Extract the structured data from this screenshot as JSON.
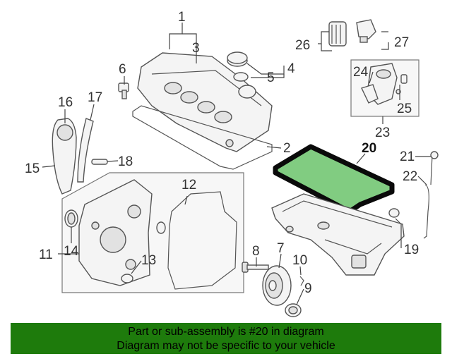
{
  "callouts": {
    "c1": "1",
    "c2": "2",
    "c3": "3",
    "c4": "4",
    "c5": "5",
    "c6": "6",
    "c7": "7",
    "c8": "8",
    "c9": "9",
    "c10": "10",
    "c11": "11",
    "c12": "12",
    "c13": "13",
    "c14": "14",
    "c15": "15",
    "c16": "16",
    "c17": "17",
    "c18": "18",
    "c19": "19",
    "c20": "20",
    "c21": "21",
    "c22": "22",
    "c23": "23",
    "c24": "24",
    "c25": "25",
    "c26": "26",
    "c27": "27"
  },
  "highlight_color": "#1e7b0c",
  "banner": {
    "line1": "Part or sub-assembly is #20 in diagram",
    "line2": "Diagram may not be specific to your vehicle"
  }
}
